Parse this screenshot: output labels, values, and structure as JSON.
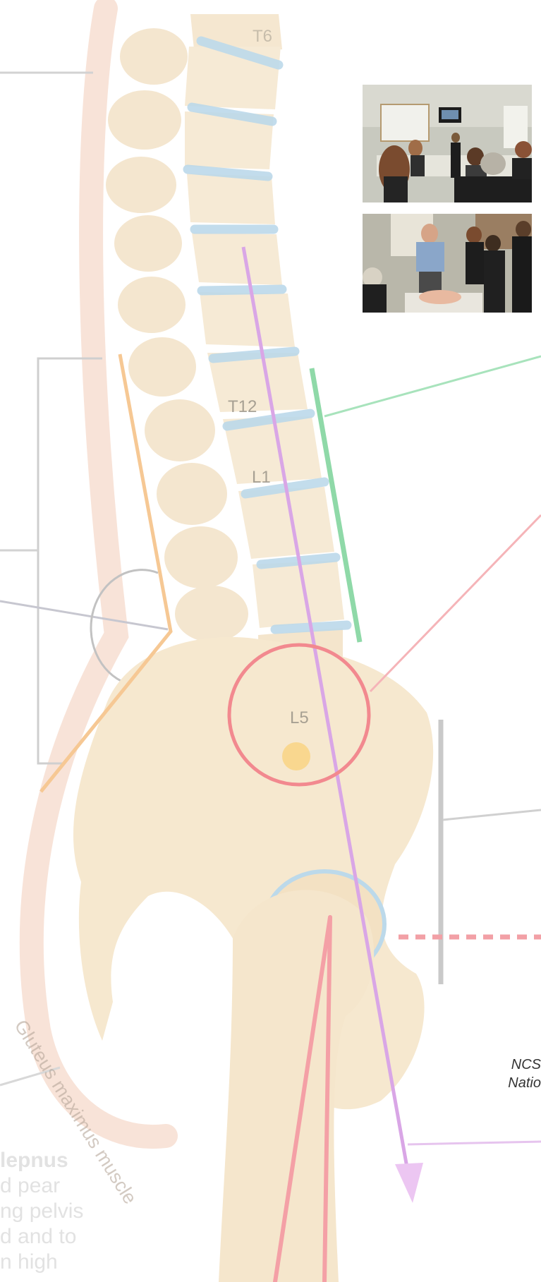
{
  "vertebrae": {
    "t6": "T6",
    "t12": "T12",
    "l1": "L1",
    "l5": "L5"
  },
  "muscle_label": "Gluteus maximus muscle",
  "captions": {
    "line1": "NCS",
    "line2": "Natio"
  },
  "left_fragments": {
    "line1": "lepnus",
    "line2": "d pear",
    "line3": "ng pelvis",
    "line4": "d and to",
    "line5": "n high"
  },
  "photos": [
    {
      "name": "classroom-lecture-photo"
    },
    {
      "name": "group-demonstration-photo"
    }
  ],
  "colors": {
    "bone": "#f6ead5",
    "disc": "#bcd9ea",
    "plumb_line": "#d9a6e6",
    "green_marker": "#8fd9a8",
    "orange_marker": "#f6c894",
    "red_marker": "#f2898f",
    "bracket_gray": "#c9c9c9"
  }
}
